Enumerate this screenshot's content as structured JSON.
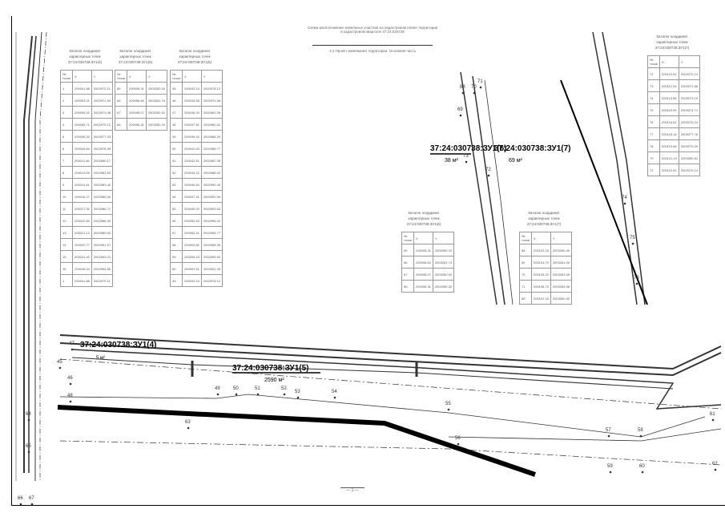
{
  "header": {
    "line1": "Схема расположения земельных участков на кадастровом плане территории",
    "line2": "в кадастровом квартале 37:24:030738",
    "subtitle": "1:1 Проект межевания территории. Основная часть"
  },
  "parcels": [
    {
      "id": "37:24:030738:ЗУ1(4)",
      "area": "5 м²"
    },
    {
      "id": "37:24:030738:ЗУ1(5)",
      "area": "2590 м²"
    },
    {
      "id": "37:24:030738:ЗУ1(6)",
      "area": "38 м²"
    },
    {
      "id": "37:24:030738:ЗУ1(7)",
      "area": "69 м²"
    }
  ],
  "point_labels": [
    "45",
    "46",
    "47",
    "48",
    "49",
    "50",
    "51",
    "52",
    "53",
    "54",
    "55",
    "56",
    "57",
    "58",
    "59",
    "60",
    "61",
    "62",
    "63",
    "64",
    "65",
    "66",
    "67",
    "68",
    "69",
    "70",
    "71",
    "72",
    "73",
    "74",
    "75",
    "76"
  ],
  "tables": [
    {
      "caption": "Каталог координат характерных точек",
      "sub": "37:24:030738:ЗУ1(4)",
      "cols": [
        "№ точки",
        "X",
        "Y"
      ],
      "rows": [
        [
          "1",
          "200001.88",
          "2002970.11"
        ],
        [
          "2",
          "200003.41",
          "2002971.90"
        ],
        [
          "3",
          "200005.02",
          "2002973.48"
        ],
        [
          "4",
          "200006.71",
          "2002975.12"
        ],
        [
          "5",
          "200008.20",
          "2002977.03"
        ],
        [
          "6",
          "200009.84",
          "2002978.55"
        ],
        [
          "7",
          "200011.46",
          "2002980.17"
        ],
        [
          "8",
          "200013.09",
          "2002981.82"
        ],
        [
          "9",
          "200014.61",
          "2002983.40"
        ],
        [
          "10",
          "200016.27",
          "2002985.06"
        ],
        [
          "11",
          "200017.92",
          "2002986.71"
        ],
        [
          "12",
          "200019.50",
          "2002988.30"
        ],
        [
          "13",
          "200021.13",
          "2002989.94"
        ],
        [
          "14",
          "200022.77",
          "2002991.57"
        ],
        [
          "15",
          "200024.40",
          "2002993.21"
        ],
        [
          "16",
          "200026.04",
          "2002994.85"
        ],
        [
          "1",
          "200001.88",
          "2002970.11"
        ]
      ]
    },
    {
      "caption": "Каталог координат характерных точек",
      "sub": "37:24:030738:ЗУ1(6)",
      "cols": [
        "№ точки",
        "X",
        "Y"
      ],
      "rows": [
        [
          "65",
          "200095.31",
          "2003250.20"
        ],
        [
          "66",
          "200096.84",
          "2003251.74"
        ],
        [
          "67",
          "200098.07",
          "2003250.92"
        ],
        [
          "65",
          "200095.31",
          "2003250.20"
        ]
      ]
    },
    {
      "caption": "Каталог координат характерных точек",
      "sub": "37:24:030738:ЗУ1(5)",
      "cols": [
        "№ точки",
        "X",
        "Y"
      ],
      "rows": [
        [
          "45",
          "200033.10",
          "2002978.12"
        ],
        [
          "46",
          "200034.65",
          "2002979.48"
        ],
        [
          "47",
          "200036.20",
          "2002981.05"
        ],
        [
          "48",
          "200037.81",
          "2002982.61"
        ],
        [
          "49",
          "200039.42",
          "2002984.20"
        ],
        [
          "50",
          "200041.03",
          "2002985.77"
        ],
        [
          "51",
          "200042.61",
          "2002987.35"
        ],
        [
          "52",
          "200044.22",
          "2002988.92"
        ],
        [
          "53",
          "200045.84",
          "2002990.49"
        ],
        [
          "54",
          "200047.41",
          "2002992.06"
        ],
        [
          "55",
          "200049.02",
          "2002993.63"
        ],
        [
          "56",
          "200050.63",
          "2002995.20"
        ],
        [
          "57",
          "200052.21",
          "2002996.77"
        ],
        [
          "58",
          "200053.82",
          "2002998.35"
        ],
        [
          "59",
          "200055.43",
          "2002999.92"
        ],
        [
          "60",
          "200057.01",
          "2003001.49"
        ],
        [
          "45",
          "200033.10",
          "2002978.12"
        ]
      ]
    },
    {
      "caption": "Каталог координат характерных точек",
      "sub": "37:24:030738:ЗУ1(6)",
      "cols": [
        "№ точки",
        "X",
        "Y"
      ],
      "rows": [
        [
          "65",
          "200095.31",
          "2003250.20"
        ],
        [
          "66",
          "200096.84",
          "2003251.74"
        ],
        [
          "67",
          "200098.07",
          "2003250.92"
        ],
        [
          "65",
          "200095.31",
          "2003250.20"
        ]
      ]
    },
    {
      "caption": "Каталог координат характерных точек",
      "sub": "37:24:030738:ЗУ1(7)",
      "cols": [
        "№ точки",
        "X",
        "Y"
      ],
      "rows": [
        [
          "68",
          "200102.18",
          "2003260.40"
        ],
        [
          "69",
          "200103.70",
          "2003261.93"
        ],
        [
          "70",
          "200105.22",
          "2003263.45"
        ],
        [
          "71",
          "200106.75",
          "2003264.98"
        ],
        [
          "68",
          "200102.18",
          "2003260.40"
        ]
      ]
    },
    {
      "caption": "Каталог координат характерных точек",
      "sub": "37:24:030738:ЗУ1(7)",
      "cols": [
        "№ точки",
        "X",
        "Y"
      ],
      "rows": [
        [
          "72",
          "200110.51",
          "2003270.14"
        ],
        [
          "73",
          "200112.04",
          "2003271.66"
        ],
        [
          "74",
          "200113.56",
          "2003273.19"
        ],
        [
          "75",
          "200115.09",
          "2003274.71"
        ],
        [
          "76",
          "200116.61",
          "2003276.24"
        ],
        [
          "77",
          "200118.14",
          "2003277.76"
        ],
        [
          "78",
          "200119.66",
          "2003279.29"
        ],
        [
          "79",
          "200121.19",
          "2003280.81"
        ],
        [
          "72",
          "200110.51",
          "2003270.14"
        ]
      ]
    }
  ],
  "footer": "— 1 —"
}
